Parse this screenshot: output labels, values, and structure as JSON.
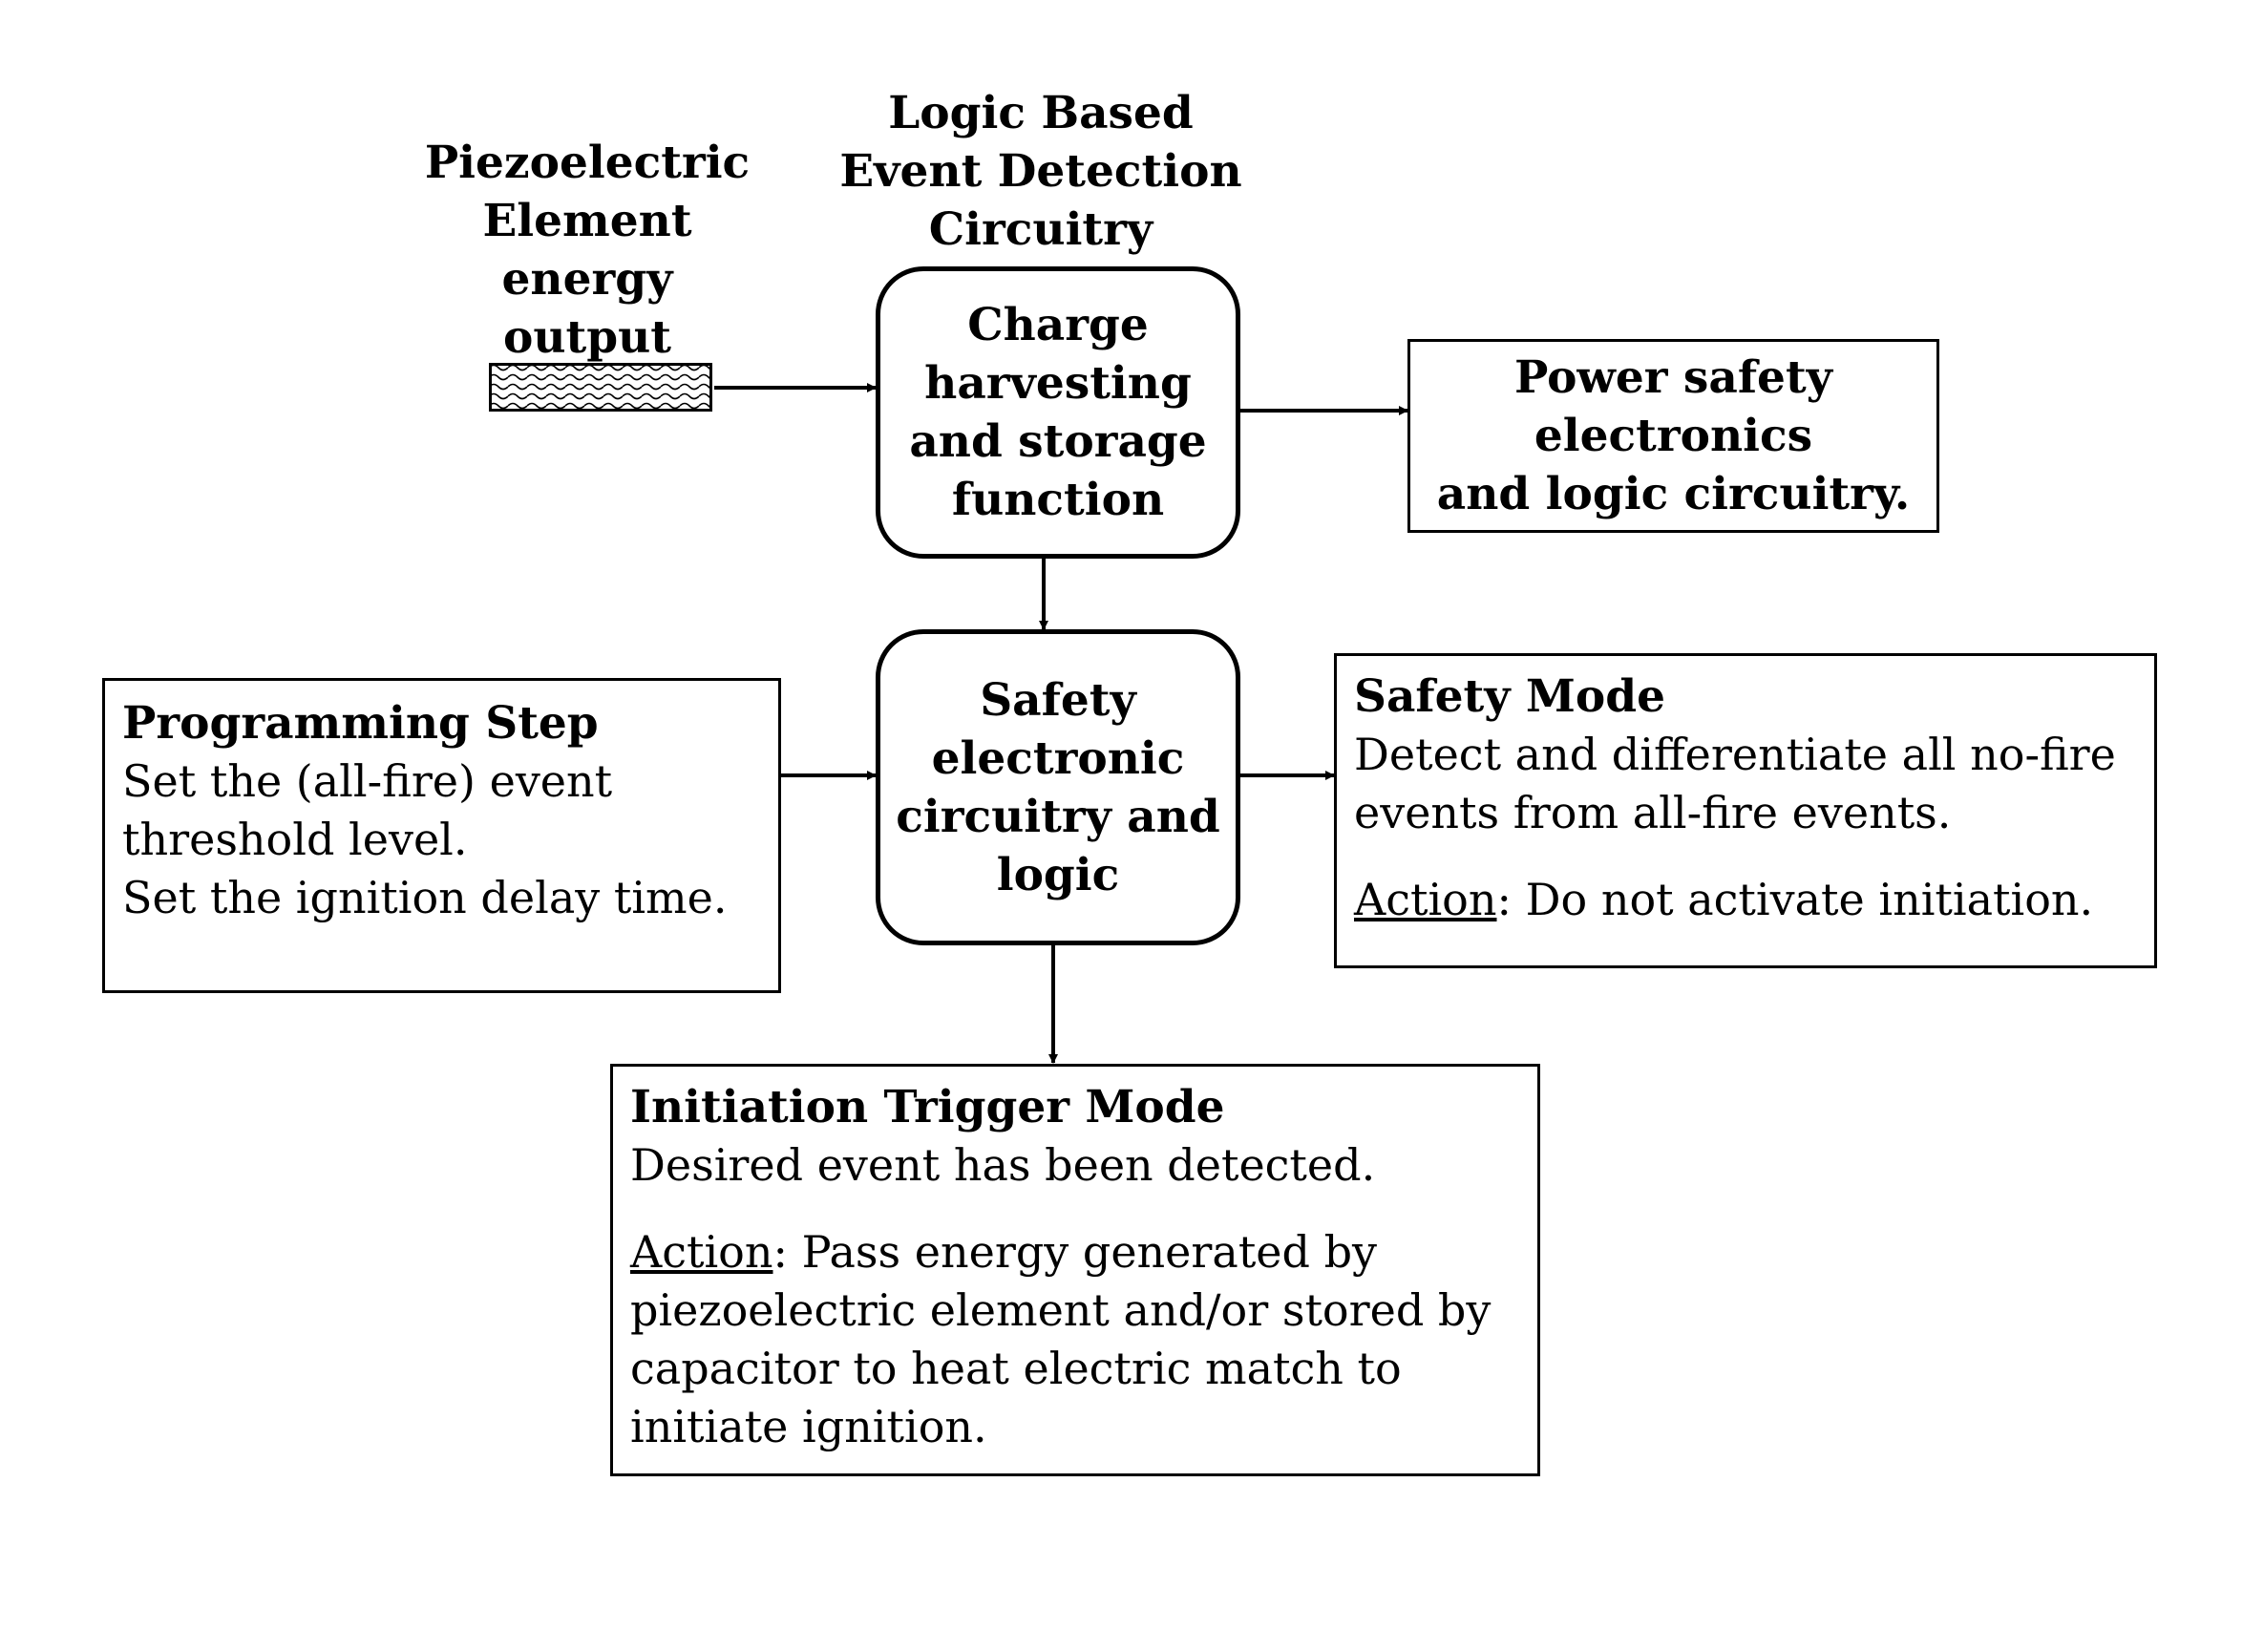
{
  "source_label": [
    "Piezoelectric",
    "Element",
    "energy output"
  ],
  "logic_label": [
    "Logic Based",
    "Event Detection",
    "Circuitry"
  ],
  "charge_box": [
    "Charge",
    "harvesting",
    "and storage",
    "function"
  ],
  "power_box": [
    "Power safety",
    "electronics",
    "and logic circuitry."
  ],
  "safety_box": [
    "Safety",
    "electronic",
    "circuitry and",
    "logic"
  ],
  "programming": {
    "heading": "Programming Step",
    "lines": [
      "Set the (all-fire) event",
      "threshold level.",
      "Set the ignition delay time."
    ]
  },
  "safety_mode": {
    "heading": "Safety Mode",
    "lines": [
      "Detect and differentiate all no-fire",
      "events from all-fire events."
    ],
    "action_label": "Action",
    "action_text": ":  Do not activate initiation."
  },
  "trigger_mode": {
    "heading": "Initiation Trigger Mode",
    "lines": [
      "Desired event has been detected."
    ],
    "action_label": "Action",
    "action_lines": [
      ": Pass energy generated by",
      "piezoelectric element and/or stored by",
      "capacitor to heat electric match to",
      "initiate ignition."
    ]
  },
  "icons": {
    "piezo": "piezoelectric-element-icon"
  }
}
